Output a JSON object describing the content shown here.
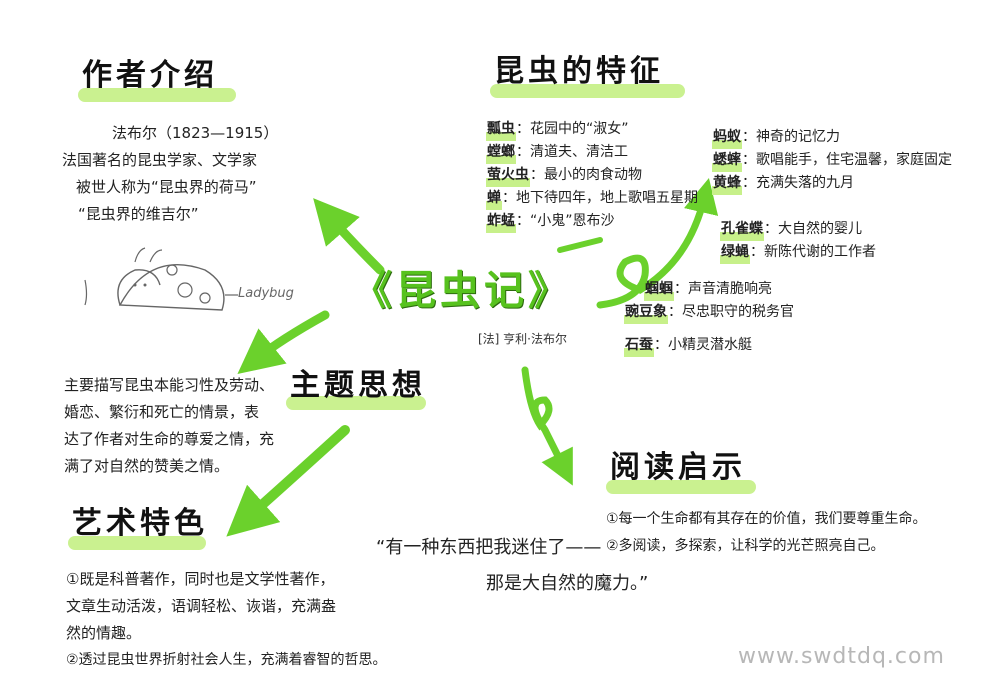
{
  "center": {
    "title": "《昆虫记》",
    "subtitle": "[法] 亨利·法布尔"
  },
  "author": {
    "heading": "作者介绍",
    "lines": [
      "法布尔（1823—1915）",
      "法国著名的昆虫学家、文学家",
      "被世人称为“昆虫界的荷马”",
      "“昆虫界的维吉尔”"
    ],
    "ladybug_label": "Ladybug"
  },
  "features": {
    "heading": "昆虫的特征",
    "items": [
      {
        "name": "瓢虫",
        "desc": "花园中的“淑女”"
      },
      {
        "name": "螳螂",
        "desc": "清道夫、清洁工"
      },
      {
        "name": "萤火虫",
        "desc": "最小的肉食动物"
      },
      {
        "name": "蝉",
        "desc": "地下待四年，地上歌唱五星期"
      },
      {
        "name": "蚱蜢",
        "desc": "“小鬼”恩布沙"
      }
    ],
    "items2": [
      {
        "name": "蚂蚁",
        "desc": "神奇的记忆力"
      },
      {
        "name": "蟋蟀",
        "desc": "歌唱能手，住宅温馨，家庭固定"
      },
      {
        "name": "黄蜂",
        "desc": "充满失落的九月"
      },
      {
        "name": "孔雀蝶",
        "desc": "大自然的婴儿"
      },
      {
        "name": "绿蝇",
        "desc": "新陈代谢的工作者"
      },
      {
        "name": "蝈蝈",
        "desc": "声音清脆响亮"
      },
      {
        "name": "豌豆象",
        "desc": "尽忠职守的税务官"
      },
      {
        "name": "石蚕",
        "desc": "小精灵潜水艇"
      }
    ]
  },
  "theme": {
    "heading": "主题思想",
    "lines": [
      "主要描写昆虫本能习性及劳动、",
      "婚恋、繁衍和死亡的情景，表",
      "达了作者对生命的尊爱之情，充",
      "满了对自然的赞美之情。"
    ]
  },
  "art": {
    "heading": "艺术特色",
    "lines": [
      "①既是科普著作，同时也是文学性著作，",
      "文章生动活泼，语调轻松、诙谐，充满盎",
      "然的情趣。",
      "②透过昆虫世界折射社会人生，充满着睿智的哲思。"
    ]
  },
  "reading": {
    "heading": "阅读启示",
    "lines": [
      "①每一个生命都有其存在的价值，我们要尊重生命。",
      "②多阅读，多探索，让科学的光芒照亮自己。"
    ]
  },
  "quote": {
    "line1": "“有一种东西把我迷住了——",
    "line2": "那是大自然的魔力。”"
  },
  "watermark": "www.swdtdq.com",
  "colors": {
    "accent": "#57c21e",
    "highlight": "#c7f08a"
  }
}
